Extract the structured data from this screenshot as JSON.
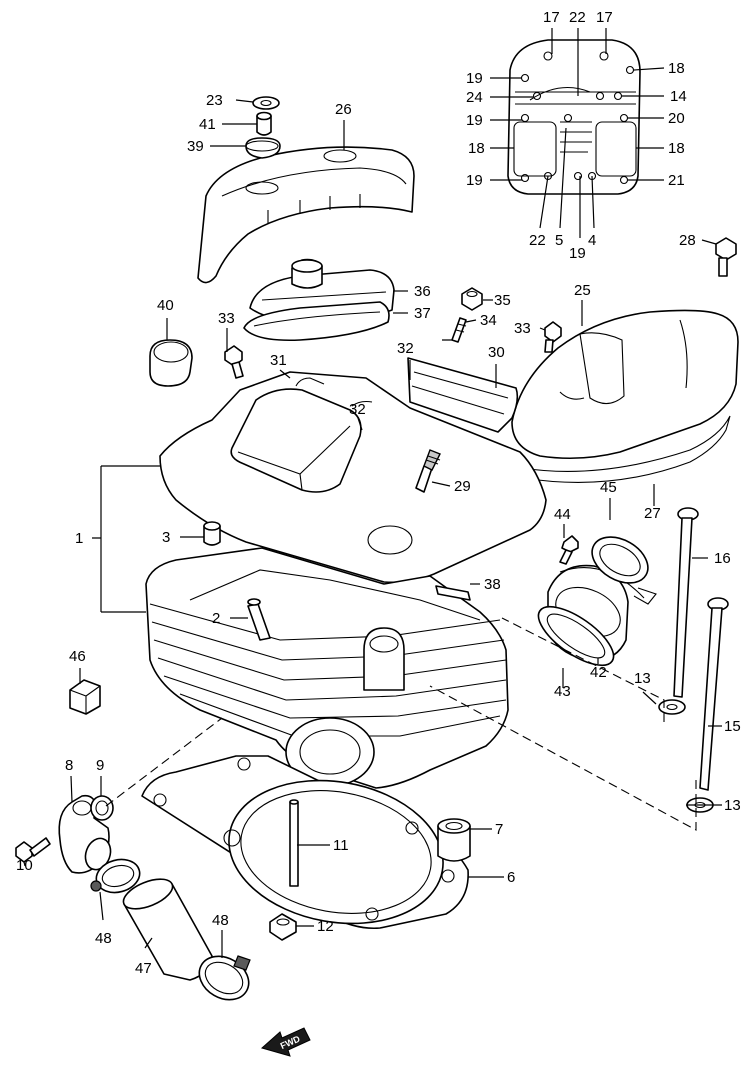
{
  "labels": {
    "l1": "1",
    "l2": "2",
    "l3": "3",
    "l4": "4",
    "l5": "5",
    "l6": "6",
    "l7": "7",
    "l8": "8",
    "l9": "9",
    "l10": "10",
    "l11": "11",
    "l12": "12",
    "l13a": "13",
    "l13b": "13",
    "l14": "14",
    "l15": "15",
    "l16": "16",
    "l17a": "17",
    "l17b": "17",
    "l18a": "18",
    "l18b": "18",
    "l18c": "18",
    "l19a": "19",
    "l19b": "19",
    "l19c": "19",
    "l19d": "19",
    "l20": "20",
    "l21": "21",
    "l22a": "22",
    "l22b": "22",
    "l23": "23",
    "l24": "24",
    "l25": "25",
    "l26": "26",
    "l27": "27",
    "l28": "28",
    "l29": "29",
    "l30": "30",
    "l31": "31",
    "l32a": "32",
    "l32b": "32",
    "l33a": "33",
    "l33b": "33",
    "l34": "34",
    "l35": "35",
    "l36": "36",
    "l37": "37",
    "l38": "38",
    "l39": "39",
    "l40": "40",
    "l41": "41",
    "l42": "42",
    "l43": "43",
    "l44": "44",
    "l45": "45",
    "l46": "46",
    "l47": "47",
    "l48a": "48",
    "l48b": "48"
  },
  "fwd_badge": "FWD"
}
